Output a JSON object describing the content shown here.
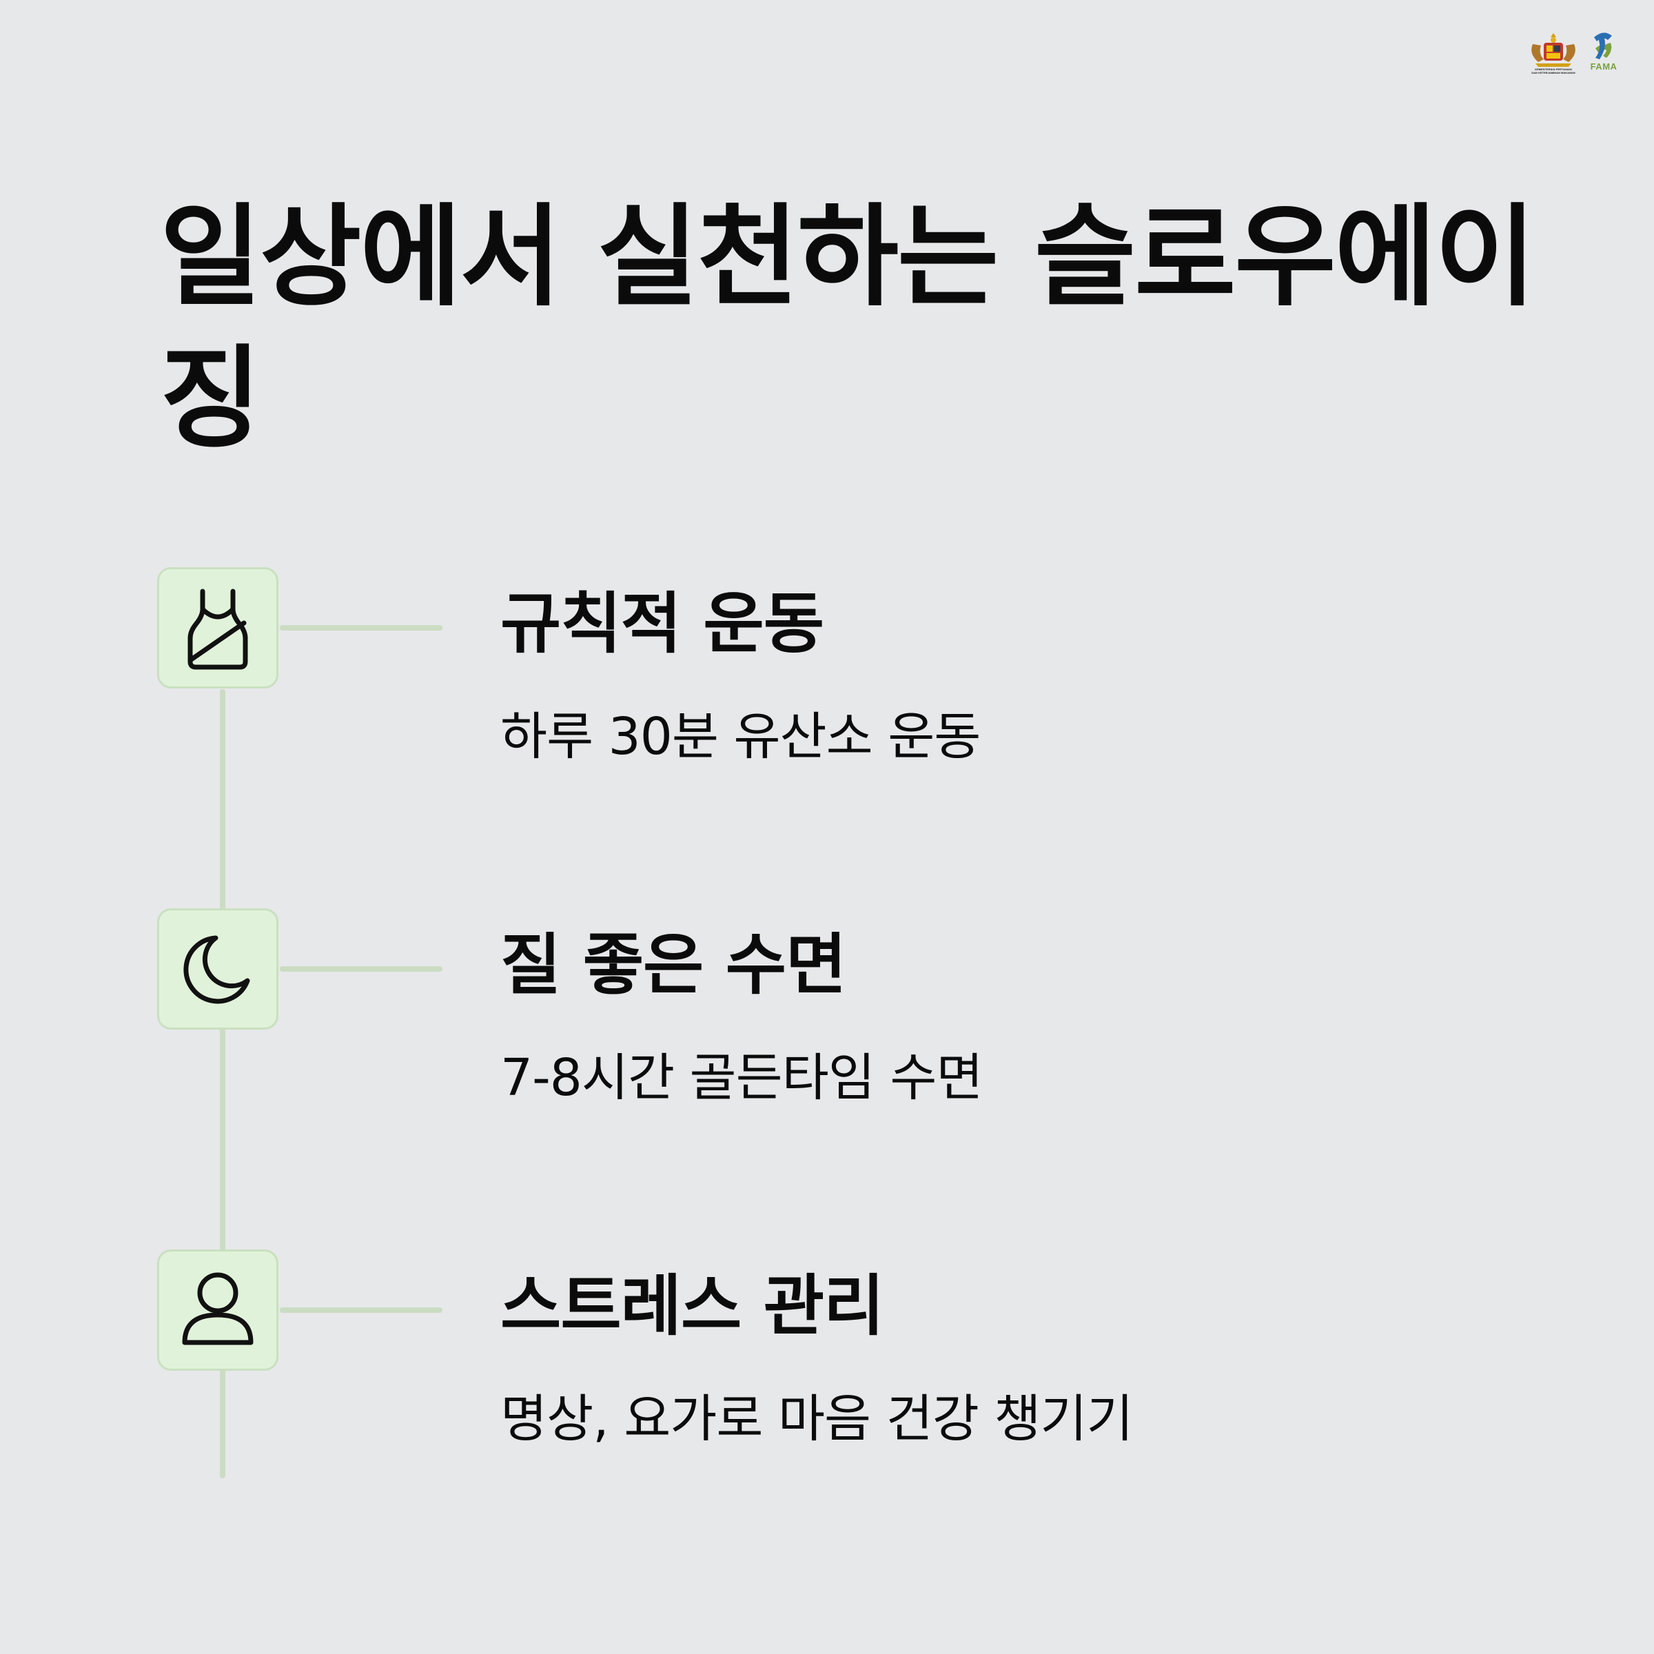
{
  "header": {
    "ministry_logo": "ministry-crest-icon",
    "ministry_text_line1": "KEMENTERIAN PERTANIAN",
    "ministry_text_line2": "DAN KETERJAMINAN MAKANAN",
    "fama_logo": "fama-logo-icon",
    "fama_text": "FAMA"
  },
  "title": "일상에서 실천하는 슬로우에이징",
  "items": [
    {
      "icon": "tank-top-icon",
      "title": "규칙적 운동",
      "description": "하루 30분 유산소 운동"
    },
    {
      "icon": "moon-icon",
      "title": "질 좋은 수면",
      "description": "7-8시간 골든타임 수면"
    },
    {
      "icon": "person-icon",
      "title": "스트레스 관리",
      "description": "명상, 요가로 마음 건강 챙기기"
    }
  ],
  "colors": {
    "background": "#e7e8ea",
    "icon_box": "#e1f2da",
    "icon_border": "#c9e0c0",
    "timeline": "#cbdcc3",
    "text": "#0b0b0b",
    "fama_green": "#7aa23a",
    "fama_blue": "#2a6fb3"
  }
}
